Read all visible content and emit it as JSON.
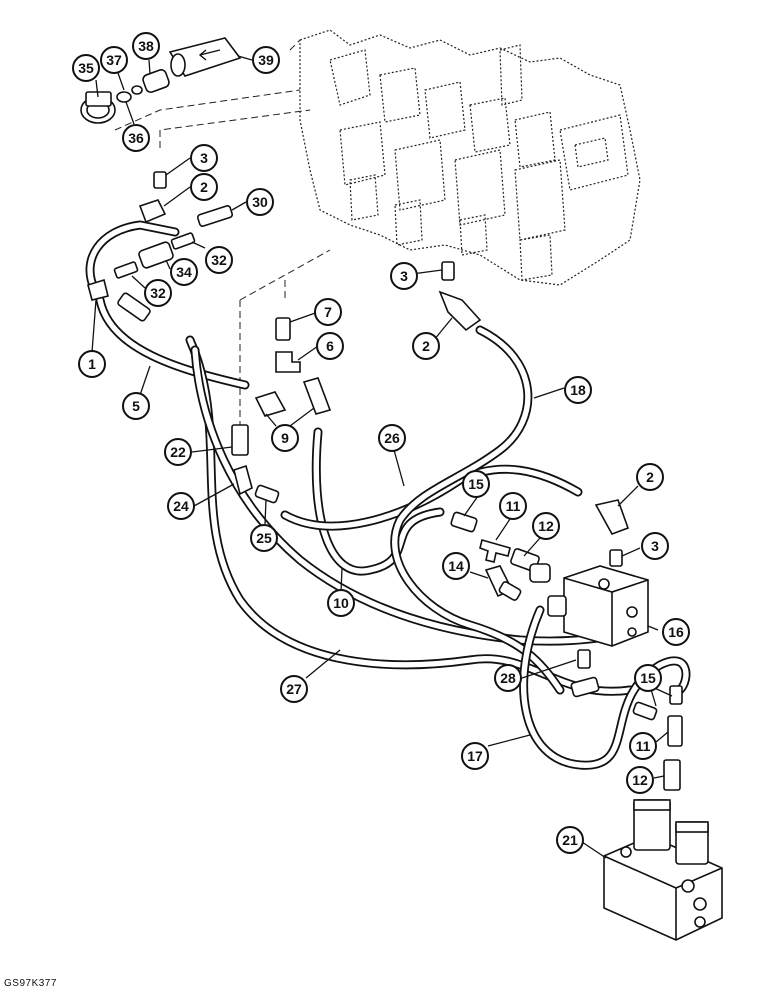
{
  "figure_code": "GS97K377",
  "callouts": [
    {
      "id": "c35",
      "label": "35"
    },
    {
      "id": "c37",
      "label": "37"
    },
    {
      "id": "c38",
      "label": "38"
    },
    {
      "id": "c39",
      "label": "39"
    },
    {
      "id": "c36",
      "label": "36"
    },
    {
      "id": "c3a",
      "label": "3"
    },
    {
      "id": "c2a",
      "label": "2"
    },
    {
      "id": "c30",
      "label": "30"
    },
    {
      "id": "c32a",
      "label": "32"
    },
    {
      "id": "c34",
      "label": "34"
    },
    {
      "id": "c32b",
      "label": "32"
    },
    {
      "id": "c1",
      "label": "1"
    },
    {
      "id": "c3b",
      "label": "3"
    },
    {
      "id": "c7",
      "label": "7"
    },
    {
      "id": "c2b",
      "label": "2"
    },
    {
      "id": "c6",
      "label": "6"
    },
    {
      "id": "c5",
      "label": "5"
    },
    {
      "id": "c18",
      "label": "18"
    },
    {
      "id": "c9",
      "label": "9"
    },
    {
      "id": "c26",
      "label": "26"
    },
    {
      "id": "c22",
      "label": "22"
    },
    {
      "id": "c2c",
      "label": "2"
    },
    {
      "id": "c15a",
      "label": "15"
    },
    {
      "id": "c11a",
      "label": "11"
    },
    {
      "id": "c24",
      "label": "24"
    },
    {
      "id": "c12a",
      "label": "12"
    },
    {
      "id": "c3c",
      "label": "3"
    },
    {
      "id": "c25",
      "label": "25"
    },
    {
      "id": "c14",
      "label": "14"
    },
    {
      "id": "c10",
      "label": "10"
    },
    {
      "id": "c16",
      "label": "16"
    },
    {
      "id": "c28",
      "label": "28"
    },
    {
      "id": "c27",
      "label": "27"
    },
    {
      "id": "c15b",
      "label": "15"
    },
    {
      "id": "c17",
      "label": "17"
    },
    {
      "id": "c11b",
      "label": "11"
    },
    {
      "id": "c12b",
      "label": "12"
    },
    {
      "id": "c21",
      "label": "21"
    }
  ]
}
